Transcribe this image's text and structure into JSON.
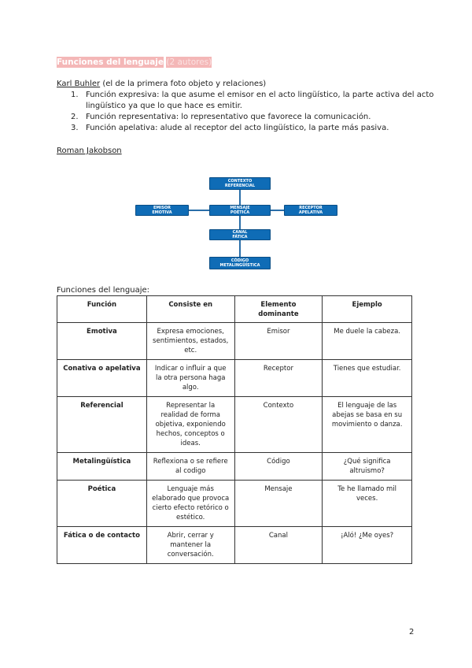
{
  "title": {
    "main": "Funciones del lenguaje",
    "suffix": "(2 autores)"
  },
  "buhler": {
    "author": "Karl Buhler",
    "note": "(el de la primera foto objeto y relaciones)",
    "items": [
      {
        "num": "1.",
        "text": "Función expresiva: la que asume el emisor en el acto lingüístico, la parte activa del acto lingüístico ya que lo que hace es emitir."
      },
      {
        "num": "2.",
        "text": "Función representativa: lo representativo que favorece la comunicación."
      },
      {
        "num": "3.",
        "text": "Función apelativa: alude al receptor del acto lingüístico,  la parte más pasiva."
      }
    ]
  },
  "jakobson": {
    "author": "Roman Jakobson"
  },
  "diagram": {
    "contexto": [
      "CONTEXTO",
      "REFERENCIAL"
    ],
    "emisor": [
      "EMISOR",
      "EMOTIVA"
    ],
    "mensaje": [
      "MENSAJE",
      "POÉTICA"
    ],
    "receptor": [
      "RECEPTOR",
      "APELATIVA"
    ],
    "canal": [
      "CANAL",
      "FÁTICA"
    ],
    "codigo": [
      "CÓDIGO",
      "METALINGÜÍSTICA"
    ],
    "colors": {
      "box": "#0f6cb6",
      "line": "#2a6ea8"
    }
  },
  "table": {
    "caption": "Funciones del lenguaje:",
    "headers": [
      "Función",
      "Consiste en",
      "Elemento dominante",
      "Ejemplo"
    ],
    "rows": [
      [
        "Emotiva",
        "Expresa emociones, sentimientos, estados, etc.",
        "Emisor",
        "Me duele la cabeza."
      ],
      [
        "Conativa o apelativa",
        "Indicar o influir a que la otra persona haga algo.",
        "Receptor",
        "Tienes que estudiar."
      ],
      [
        "Referencial",
        "Representar la realidad de forma objetiva, exponiendo hechos, conceptos o ideas.",
        "Contexto",
        "El lenguaje de las abejas se basa en su movimiento o danza."
      ],
      [
        "Metalingüística",
        "Reflexiona o se refiere al codigo",
        "Código",
        "¿Qué significa altruismo?"
      ],
      [
        "Poética",
        "Lenguaje más elaborado que provoca cierto efecto retórico o estético.",
        "Mensaje",
        "Te he llamado mil veces."
      ],
      [
        "Fática o de contacto",
        "Abrir, cerrar y mantener la conversación.",
        "Canal",
        "¡Aló! ¿Me oyes?"
      ]
    ]
  },
  "page_number": "2"
}
